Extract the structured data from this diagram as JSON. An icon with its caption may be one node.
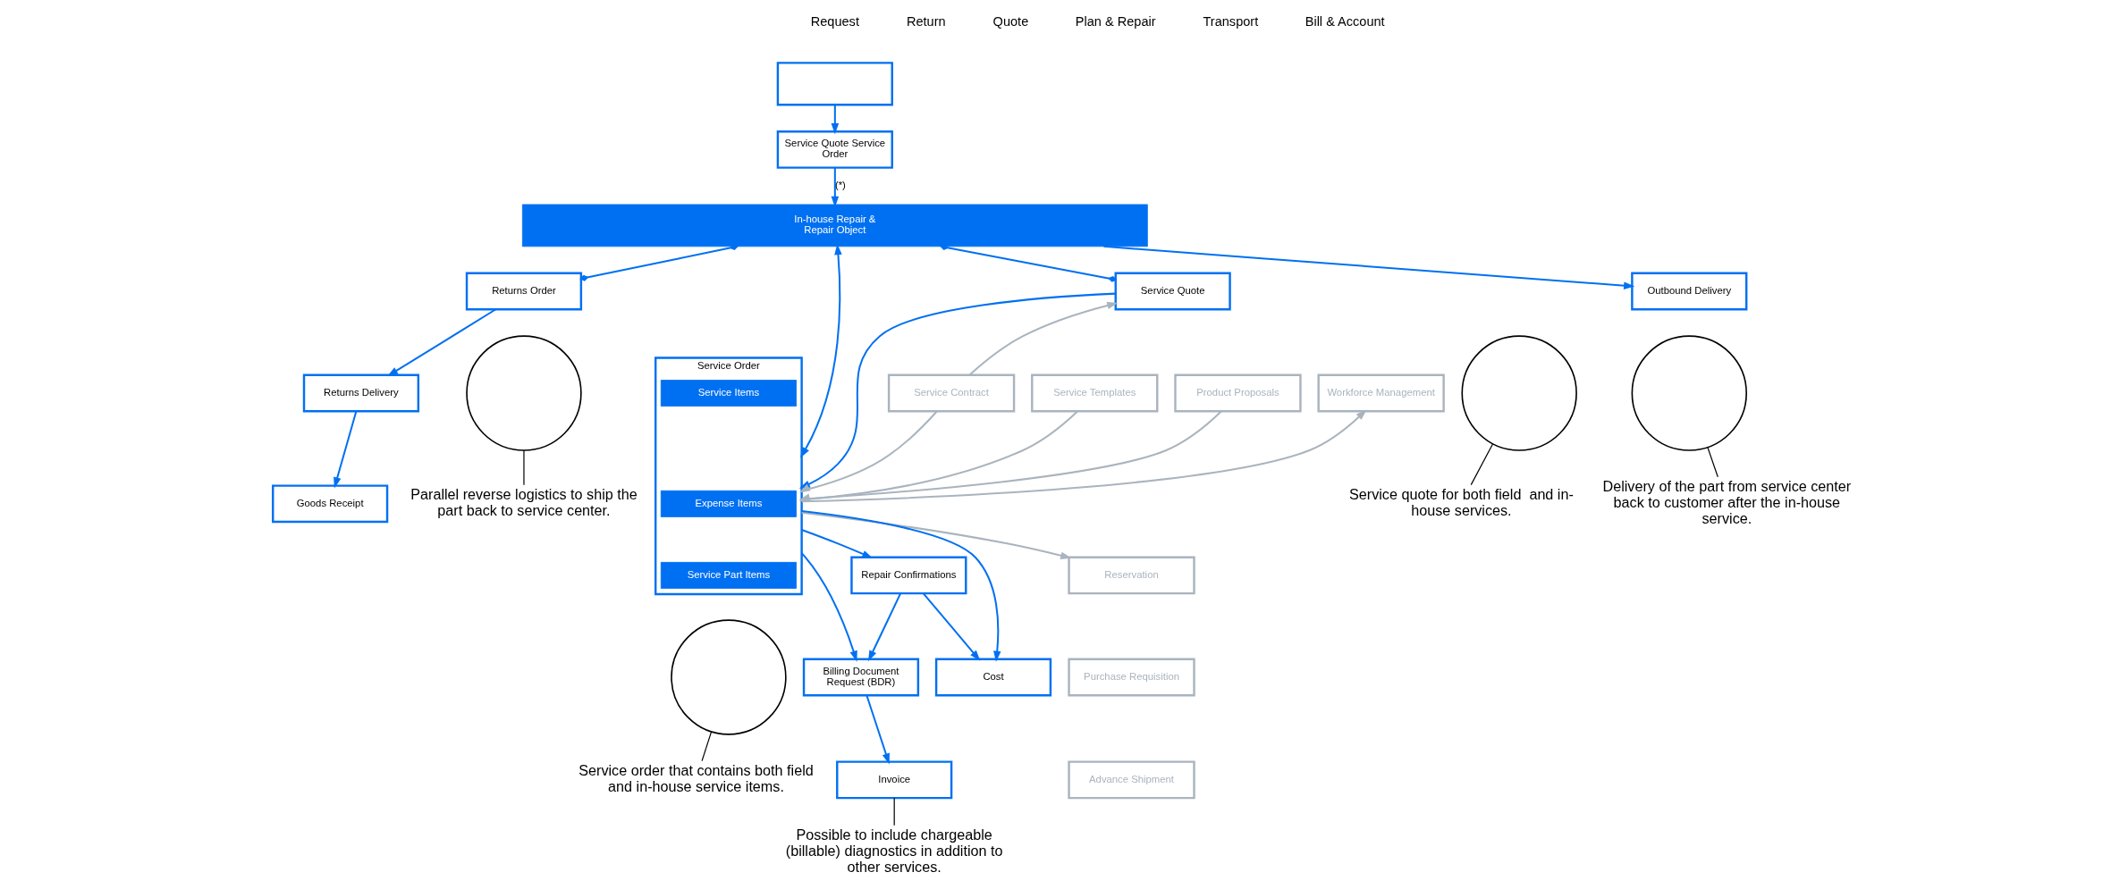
{
  "diagram": {
    "nodes": [
      {
        "text": [],
        "shape": "box"
      },
      {
        "text": [
          "Service Quote Service Order"
        ]
      },
      {
        "text": [
          "In-house Repair & Repair Object"
        ]
      },
      {
        "text": [
          "Returns Order"
        ]
      },
      {
        "text": [
          "Service Quote"
        ]
      },
      {
        "text": [
          "Returns Delivery"
        ]
      },
      {
        "text": [
          "Goods Receipt"
        ]
      },
      {
        "text": [
          "Service Contract"
        ]
      },
      {
        "text": [
          "Service Templates"
        ]
      },
      {
        "text": [
          "Product Proposals"
        ]
      },
      {
        "text": [
          "Workforce Management"
        ]
      },
      {
        "text": [
          "Service Order"
        ]
      },
      {
        "text": [
          "Service Items"
        ],
        "in": 11
      },
      {
        "text": [
          "Expense Items"
        ],
        "in": 11
      },
      {
        "text": [
          "Service Part Items"
        ],
        "in": 11
      },
      {
        "text": [
          "Outbound Delivery"
        ]
      },
      {
        "text": [
          "Invoice"
        ]
      },
      {
        "text": [
          "Billing Document Request (BDR)"
        ]
      },
      {
        "text": [
          "Reservation"
        ]
      },
      {
        "text": [
          "Purchase Requisition"
        ]
      },
      {
        "text": [
          "Advance Shipment"
        ]
      },
      {
        "text": [
          "Repair Confirmations"
        ]
      },
      {
        "text": [
          "Cost"
        ]
      },
      {
        "text": [],
        "shape": "circle"
      },
      {
        "text": [],
        "shape": "circle"
      },
      {
        "text": [],
        "shape": "circle"
      },
      {
        "text": [],
        "shape": "circle"
      },
      {
        "text": [
          "Parallel reverse logistics to ship the part back to service center."
        ]
      },
      {
        "text": [
          "Service quote for both field  and in-house services."
        ]
      },
      {
        "text": [
          "Service order that contains both field and in-house service items."
        ]
      },
      {
        "text": [
          "Delivery of the part from service center back to customer after the in-house service."
        ]
      },
      {
        "text": [
          "Possible to include chargeable (billable) diagnostics in addition to other services."
        ]
      }
    ],
    "edges": [
      {
        "from": 0,
        "to": 1,
        "arrow": "to"
      },
      {
        "from": 1,
        "to": 2,
        "arrow": "to",
        "label": "(*)"
      },
      {
        "from": 2,
        "to": 3,
        "arrow": "other"
      },
      {
        "from": 2,
        "to": 4,
        "arrow": "other"
      },
      {
        "from": 3,
        "to": 5,
        "arrow": "to"
      },
      {
        "from": 5,
        "to": 6,
        "arrow": "to"
      },
      {
        "from": 7,
        "to": 4,
        "arrow": "to",
        "color": "#a9b4be"
      },
      {
        "from": 4,
        "to": 11,
        "arrow": "to"
      },
      {
        "from": 7,
        "to": 11,
        "arrow": "to",
        "color": "#a9b4be"
      },
      {
        "from": 8,
        "to": 11,
        "arrow": "to",
        "color": "#a9b4be"
      },
      {
        "from": 9,
        "to": 11,
        "arrow": "to",
        "color": "#a9b4be"
      },
      {
        "from": 11,
        "to": 2,
        "arrow": "both"
      },
      {
        "from": 11,
        "to": 10,
        "arrow": "to",
        "color": "#a9b4be"
      },
      {
        "from": 11,
        "to": 18,
        "arrow": "to",
        "color": "#a9b4be"
      },
      {
        "from": 2,
        "to": 15,
        "arrow": "to"
      },
      {
        "from": 11,
        "to": 21,
        "arrow": "to"
      },
      {
        "from": 11,
        "to": 17,
        "arrow": "to"
      },
      {
        "from": 11,
        "to": 22,
        "arrow": "to"
      },
      {
        "from": 21,
        "to": 17,
        "arrow": "to"
      },
      {
        "from": 21,
        "to": 22,
        "arrow": "to"
      },
      {
        "from": 17,
        "to": 16,
        "arrow": "to"
      },
      {
        "from": 27,
        "to": 23,
        "arrow": "none",
        "color": "#000000"
      },
      {
        "from": 28,
        "to": 24,
        "arrow": "none",
        "color": "#000000"
      },
      {
        "from": 29,
        "to": 25,
        "arrow": "none",
        "color": "#000000"
      },
      {
        "from": 30,
        "to": 26,
        "arrow": "none",
        "color": "#000000"
      },
      {
        "from": 31,
        "to": 16,
        "arrow": "none",
        "color": "#000000"
      }
    ],
    "labels": [
      "Request",
      "Return",
      "Quote",
      "Plan & Repair",
      "Transport",
      "Bill & Account"
    ]
  }
}
